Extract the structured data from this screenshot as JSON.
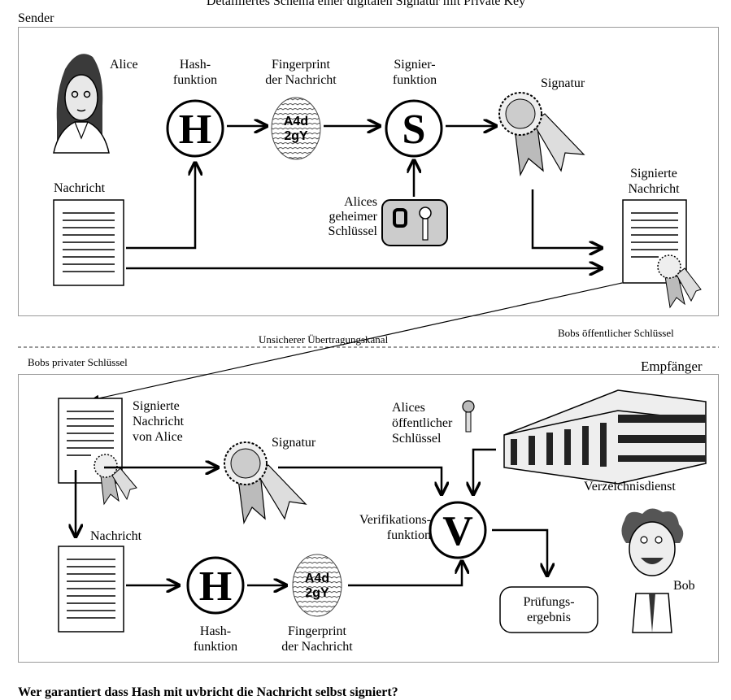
{
  "title": "Detailliertes Schema einer digitalen Signatur mit Private Key",
  "sender": {
    "section_label": "Sender",
    "alice": "Alice",
    "hash_function": [
      "Hash-",
      "funktion"
    ],
    "fingerprint": [
      "Fingerprint",
      "der Nachricht"
    ],
    "signing_function": [
      "Signier-",
      "funktion"
    ],
    "signature": "Signatur",
    "message": "Nachricht",
    "private_key": [
      "Alices",
      "geheimer",
      "Schlüssel"
    ],
    "signed_message": [
      "Signierte",
      "Nachricht"
    ],
    "hash_letter": "H",
    "sign_letter": "S",
    "fingerprint_code": [
      "A4d",
      "2gY"
    ]
  },
  "channel": {
    "label": "Unsicherer Übertragungskanal",
    "bob_public_key": "Bobs öffentlicher Schlüssel",
    "bob_private_key": "Bobs privater Schlüssel"
  },
  "receiver": {
    "section_label": "Empfänger",
    "signed_message_from_alice": [
      "Signierte",
      "Nachricht",
      "von Alice"
    ],
    "signature": "Signatur",
    "alice_public_key": [
      "Alices",
      "öffentlicher",
      "Schlüssel"
    ],
    "directory_service": "Verzeichnisdienst",
    "verification_function": [
      "Verifikations-",
      "funktion"
    ],
    "verify_letter": "V",
    "message": "Nachricht",
    "hash_function": [
      "Hash-",
      "funktion"
    ],
    "hash_letter": "H",
    "fingerprint": [
      "Fingerprint",
      "der Nachricht"
    ],
    "fingerprint_code": [
      "A4d",
      "2gY"
    ],
    "result": [
      "Prüfungs-",
      "ergebnis"
    ],
    "bob": "Bob"
  },
  "question": "Wer garantiert dass Hash mit uvbricht die Nachricht selbst signiert?"
}
